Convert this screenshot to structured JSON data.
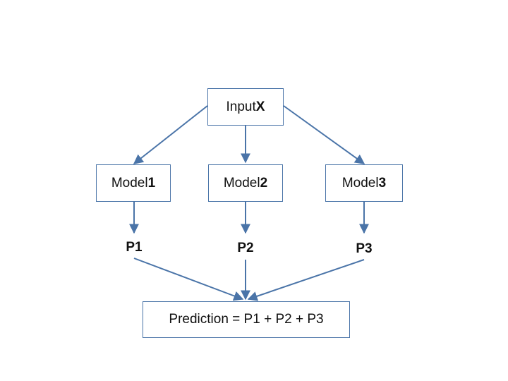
{
  "colors": {
    "stroke": "#4a74a8",
    "text": "#111111",
    "background": "#ffffff"
  },
  "input": {
    "text": "Input ",
    "bold": "X"
  },
  "models": [
    {
      "text": "Model ",
      "bold": "1"
    },
    {
      "text": "Model ",
      "bold": "2"
    },
    {
      "text": "Model ",
      "bold": "3"
    }
  ],
  "outputs": [
    "P1",
    "P2",
    "P3"
  ],
  "prediction": {
    "text": "Prediction = P1 + P2 + P3"
  }
}
